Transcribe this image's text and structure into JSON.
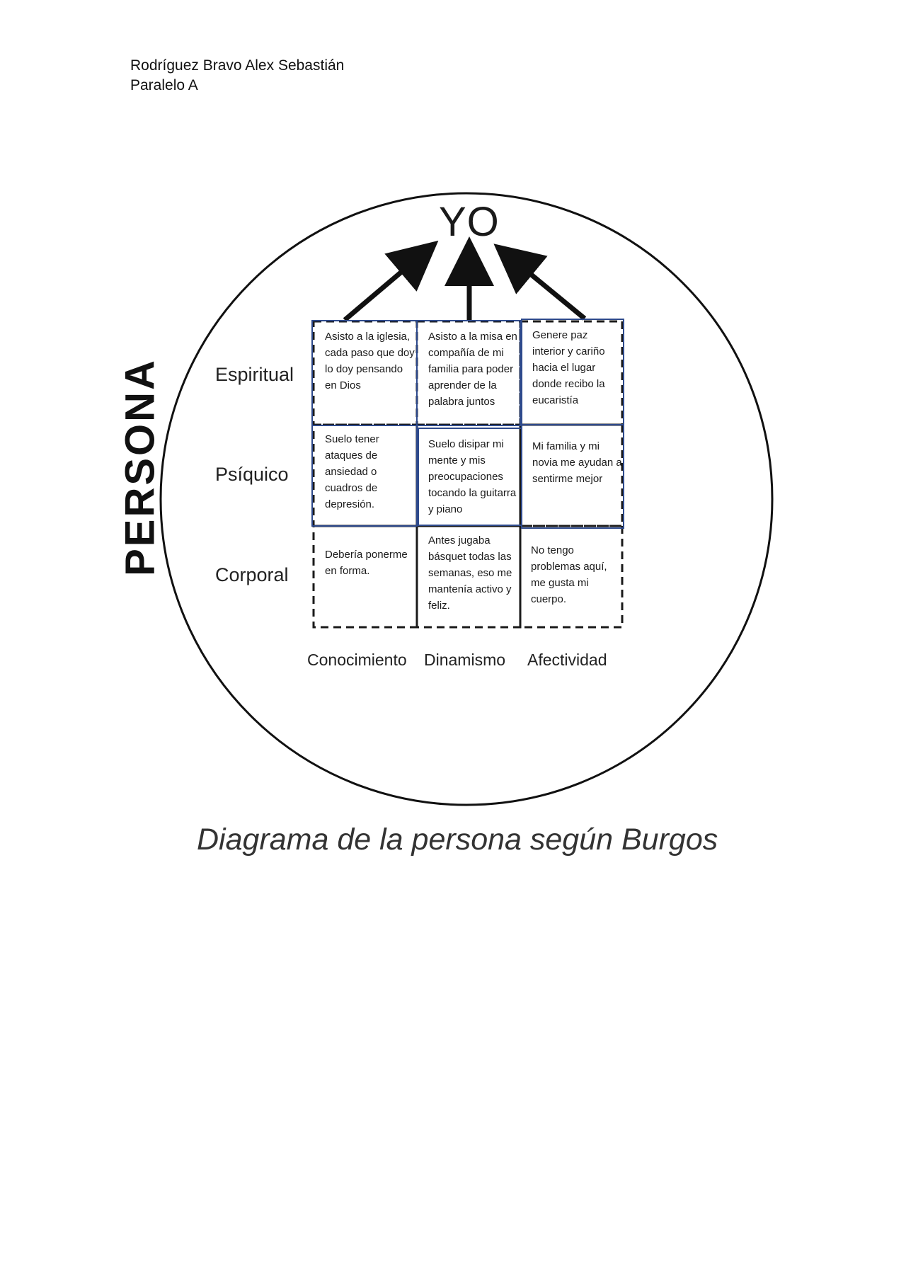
{
  "header": {
    "author": "Rodríguez Bravo Alex Sebastián",
    "section": "Paralelo A"
  },
  "diagram": {
    "top_label": "YO",
    "side_label": "PERSONA",
    "rows": [
      "Espiritual",
      "Psíquico",
      "Corporal"
    ],
    "columns": [
      "Conocimiento",
      "Dinamismo",
      "Afectividad"
    ],
    "cells": {
      "espiritual_conocimiento": "Asisto a la iglesia, cada paso que doy lo doy pensando en Dios",
      "espiritual_dinamismo": "Asisto a la misa en compañía de mi familia para poder aprender de la palabra juntos",
      "espiritual_afectividad": "Genere paz interior y cariño hacia el lugar donde recibo la eucaristía",
      "psiquico_conocimiento": "Suelo tener ataques de ansiedad o cuadros de depresión.",
      "psiquico_dinamismo": "Suelo disipar mi mente y mis preocupaciones tocando la guitarra y piano",
      "psiquico_afectividad": "Mi familia y mi novia me ayudan a sentirme mejor",
      "corporal_conocimiento": "Debería ponerme en forma.",
      "corporal_dinamismo": "Antes jugaba básquet todas las semanas, eso me mantenía activo y feliz.",
      "corporal_afectividad": "No tengo problemas aquí, me gusta mi cuerpo."
    },
    "title": "Diagrama de la persona según Burgos",
    "colors": {
      "ink": "#111111",
      "cell_border_blue": "#2e4a8c",
      "dashed_border": "#1a1a1a"
    }
  }
}
